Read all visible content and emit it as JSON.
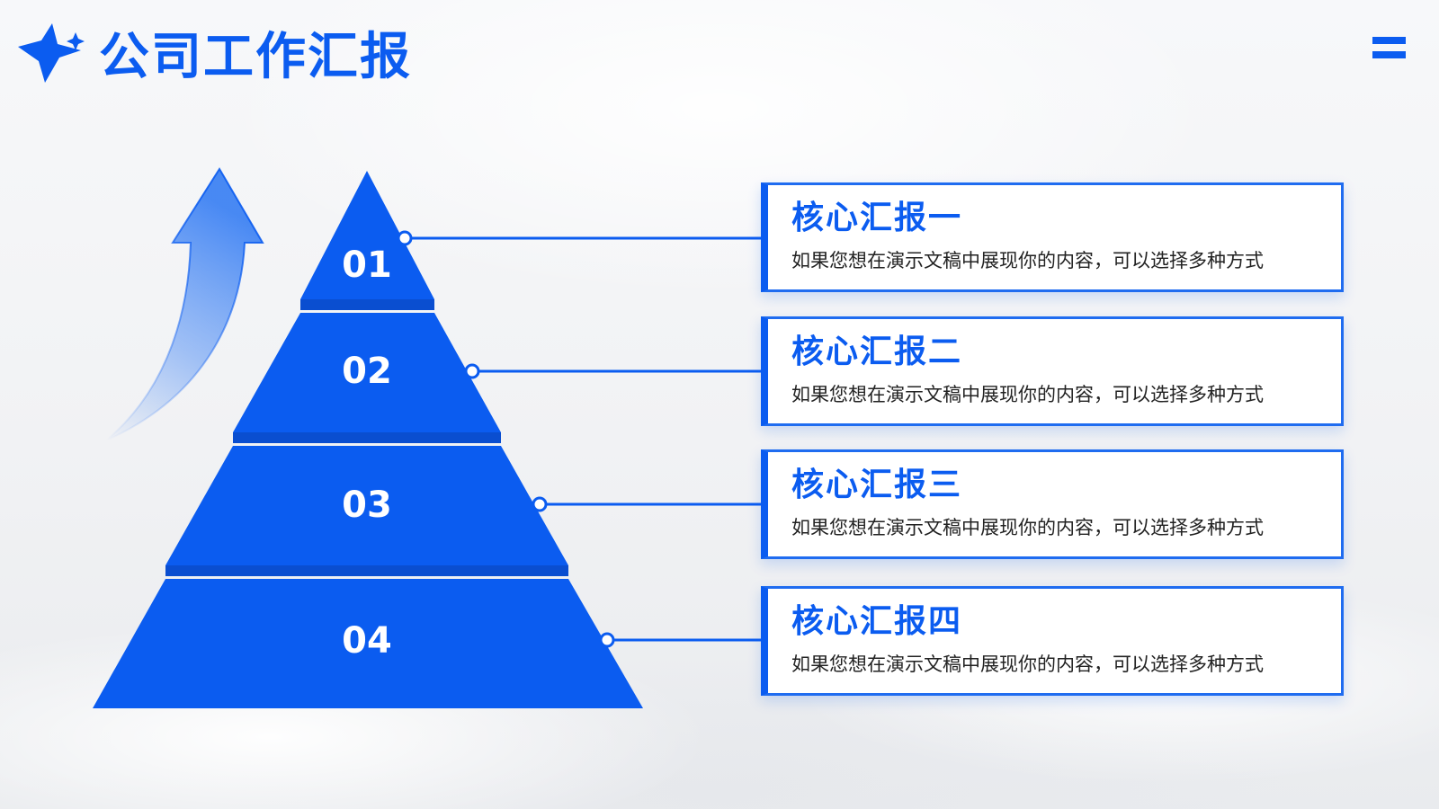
{
  "header": {
    "title": "公司工作汇报",
    "logo_icon": "sparkle-star-icon",
    "menu_icon": "menu-icon"
  },
  "colors": {
    "brand": "#0b5cf0",
    "brand_light": "#5b95f5",
    "text": "#222222",
    "card_bg": "#ffffff"
  },
  "pyramid": {
    "tiers": [
      {
        "label": "01"
      },
      {
        "label": "02"
      },
      {
        "label": "03"
      },
      {
        "label": "04"
      }
    ]
  },
  "cards": [
    {
      "title": "核心汇报一",
      "desc": "如果您想在演示文稿中展现你的内容，可以选择多种方式"
    },
    {
      "title": "核心汇报二",
      "desc": "如果您想在演示文稿中展现你的内容，可以选择多种方式"
    },
    {
      "title": "核心汇报三",
      "desc": "如果您想在演示文稿中展现你的内容，可以选择多种方式"
    },
    {
      "title": "核心汇报四",
      "desc": "如果您想在演示文稿中展现你的内容，可以选择多种方式"
    }
  ]
}
